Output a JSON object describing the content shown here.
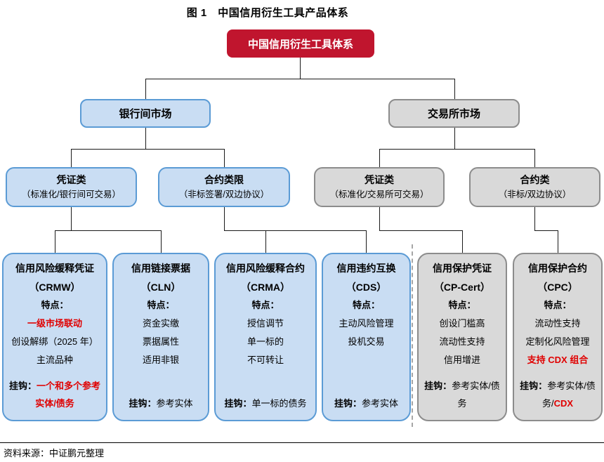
{
  "title": "图 1　中国信用衍生工具产品体系",
  "source": "资料来源：中证鹏元整理",
  "root": {
    "label": "中国信用衍生工具体系"
  },
  "markets": [
    {
      "label": "银行间市场",
      "theme": "blue"
    },
    {
      "label": "交易所市场",
      "theme": "gray"
    }
  ],
  "categories": [
    {
      "title": "凭证类",
      "subtitle": "（标准化/银行间可交易）",
      "theme": "blue"
    },
    {
      "title": "合约类限",
      "subtitle": "（非标签署/双边协议）",
      "theme": "blue"
    },
    {
      "title": "凭证类",
      "subtitle": "（标准化/交易所可交易）",
      "theme": "gray"
    },
    {
      "title": "合约类",
      "subtitle": "（非标/双边协议）",
      "theme": "gray"
    }
  ],
  "products": [
    {
      "name": "信用风险缓释凭证",
      "code": "（CRMW）",
      "features_label": "特点：",
      "features": [
        "一级市场联动",
        "创设解绑（2025 年）",
        "主流品种"
      ],
      "link_label": "挂钩：",
      "link": "一个和多个参考实体/债务"
    },
    {
      "name": "信用链接票据",
      "code": "（CLN）",
      "features_label": "特点：",
      "features": [
        "资金实缴",
        "票据属性",
        "适用非银"
      ],
      "link_label": "挂钩：",
      "link": "参考实体"
    },
    {
      "name": "信用风险缓释合约",
      "code": "（CRMA）",
      "features_label": "特点：",
      "features": [
        "授信调节",
        "单一标的",
        "不可转让"
      ],
      "link_label": "挂钩：",
      "link": "单一标的债务"
    },
    {
      "name": "信用违约互换",
      "code": "（CDS）",
      "features_label": "特点：",
      "features": [
        "主动风险管理",
        "投机交易"
      ],
      "link_label": "挂钩：",
      "link": "参考实体"
    },
    {
      "name": "信用保护凭证",
      "code": "（CP-Cert）",
      "features_label": "特点：",
      "features": [
        "创设门槛高",
        "流动性支持",
        "信用增进"
      ],
      "link_label": "挂钩：",
      "link": "参考实体/债务"
    },
    {
      "name": "信用保护合约",
      "code": "（CPC）",
      "features_label": "特点：",
      "features": [
        "流动性支持",
        "定制化风险管理",
        "支持 CDX 组合"
      ],
      "link_label": "挂钩：",
      "link_prefix": "参考实体/债务/",
      "link_red": "CDX"
    }
  ],
  "colors": {
    "root_bg": "#c0152e",
    "blue_fill": "#c9ddf3",
    "blue_border": "#5b9bd5",
    "gray_fill": "#d9d9d9",
    "gray_border": "#8c8c8c",
    "highlight_red": "#e00000",
    "connector": "#1a1a1a"
  }
}
